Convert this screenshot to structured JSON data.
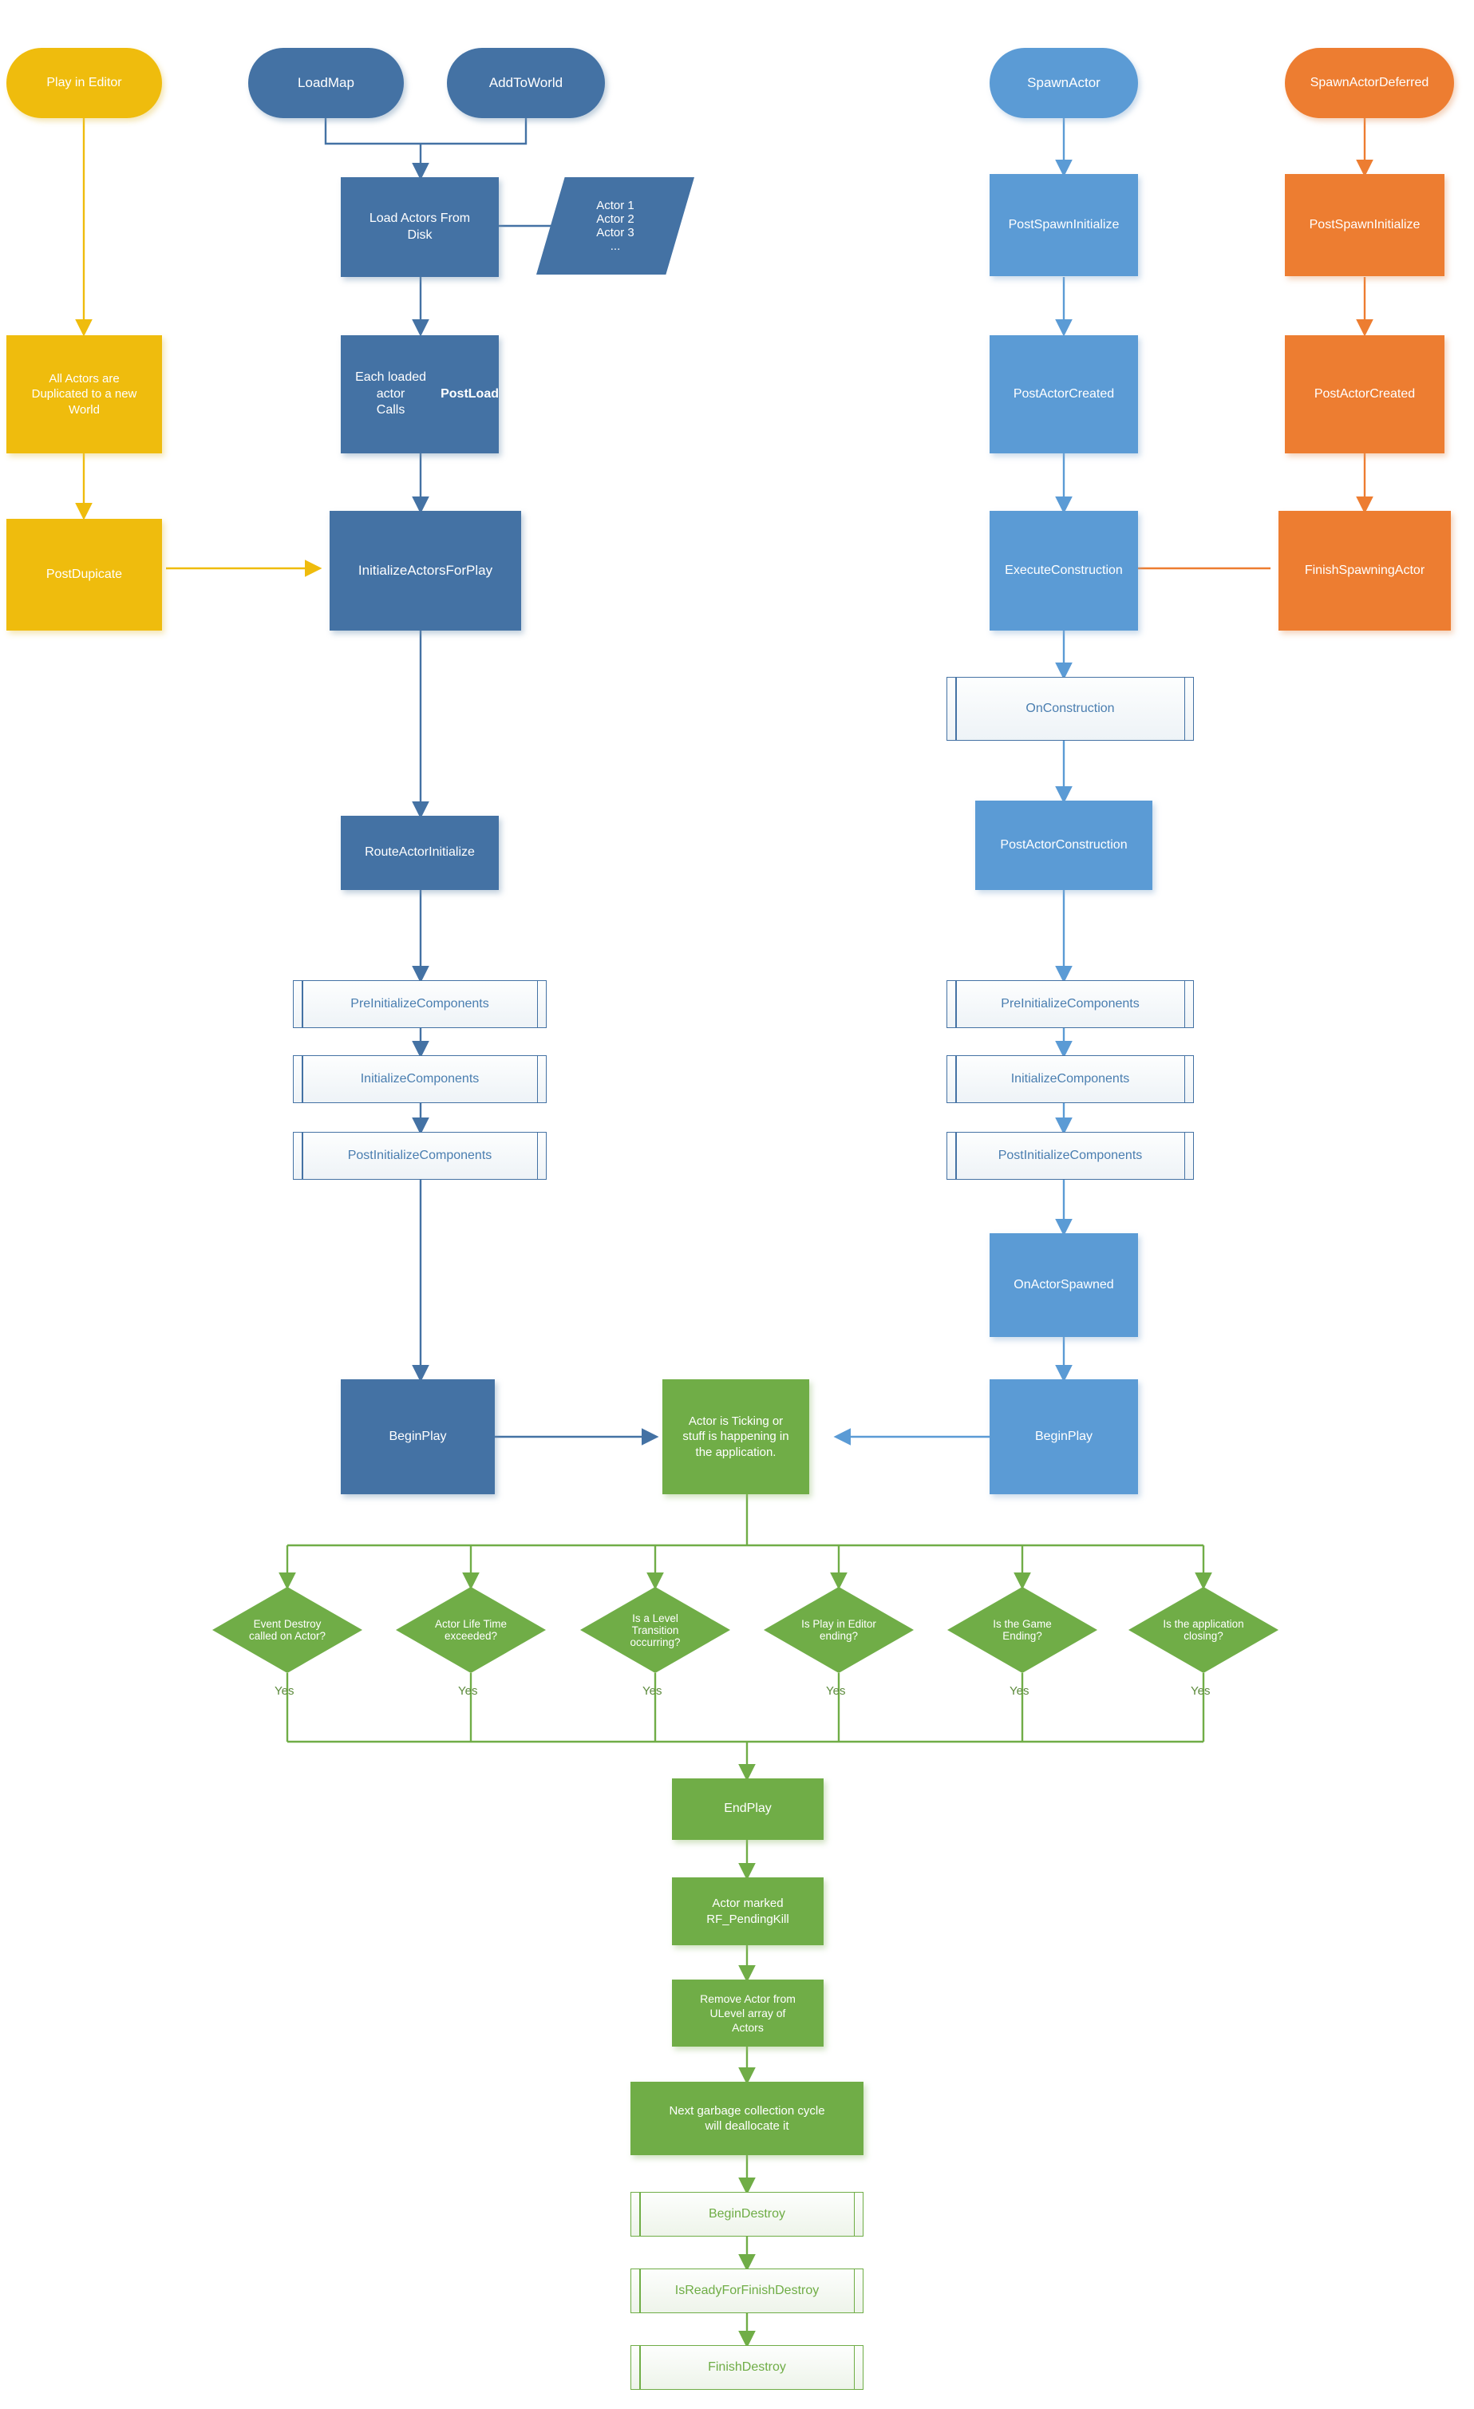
{
  "diagram": {
    "title": "Unreal Engine Actor Lifecycle Flowchart",
    "colors": {
      "dark_blue": "#4472A4",
      "light_blue": "#5B9BD5",
      "orange": "#ED7D31",
      "yellow": "#EFBC0D",
      "green": "#70AD47",
      "predefined_fill": "#F2F6F9"
    }
  },
  "columns": {
    "editor": {
      "start_label": "Play in Editor",
      "nodes": [
        {
          "id": "all-actors-duplicated",
          "label": "All Actors are\nDuplicated to a new\nWorld",
          "shape": "process",
          "color": "yellow"
        },
        {
          "id": "post-duplicate",
          "label": "PostDupicate",
          "shape": "process",
          "color": "yellow"
        }
      ]
    },
    "loadmap": {
      "start_labels": [
        "LoadMap",
        "AddToWorld"
      ],
      "data_node": "Actor 1\nActor 2\nActor 3\n...",
      "nodes": [
        {
          "id": "load-actors-from-disk",
          "label": "Load Actors From\nDisk",
          "shape": "process",
          "color": "dark_blue"
        },
        {
          "id": "each-loaded-actor-postload",
          "label_plain": "Each loaded actor\nCalls PostLoad",
          "label_prefix": "Each loaded actor\nCalls ",
          "label_bold": "PostLoad",
          "shape": "process",
          "color": "dark_blue"
        },
        {
          "id": "initialize-actors-for-play",
          "label": "InitializeActorsForPlay",
          "shape": "process",
          "color": "dark_blue"
        },
        {
          "id": "route-actor-initialize",
          "label": "RouteActorInitialize",
          "shape": "process",
          "color": "dark_blue"
        },
        {
          "id": "pre-initialize-components-left",
          "label": "PreInitializeComponents",
          "shape": "predefined",
          "color": "dark_blue"
        },
        {
          "id": "initialize-components-left",
          "label": "InitializeComponents",
          "shape": "predefined",
          "color": "dark_blue"
        },
        {
          "id": "post-initialize-components-left",
          "label": "PostInitializeComponents",
          "shape": "predefined",
          "color": "dark_blue"
        },
        {
          "id": "begin-play-left",
          "label": "BeginPlay",
          "shape": "process",
          "color": "dark_blue"
        }
      ]
    },
    "spawnactor": {
      "start_label": "SpawnActor",
      "nodes": [
        {
          "id": "post-spawn-initialize-blue",
          "label": "PostSpawnInitialize",
          "shape": "process",
          "color": "light_blue"
        },
        {
          "id": "post-actor-created-blue",
          "label": "PostActorCreated",
          "shape": "process",
          "color": "light_blue"
        },
        {
          "id": "execute-construction",
          "label": "ExecuteConstruction",
          "shape": "process",
          "color": "light_blue"
        },
        {
          "id": "on-construction",
          "label": "OnConstruction",
          "shape": "predefined",
          "color": "light_blue"
        },
        {
          "id": "post-actor-construction",
          "label": "PostActorConstruction",
          "shape": "process",
          "color": "light_blue"
        },
        {
          "id": "pre-initialize-components-right",
          "label": "PreInitializeComponents",
          "shape": "predefined",
          "color": "light_blue"
        },
        {
          "id": "initialize-components-right",
          "label": "InitializeComponents",
          "shape": "predefined",
          "color": "light_blue"
        },
        {
          "id": "post-initialize-components-right",
          "label": "PostInitializeComponents",
          "shape": "predefined",
          "color": "light_blue"
        },
        {
          "id": "on-actor-spawned",
          "label": "OnActorSpawned",
          "shape": "process",
          "color": "light_blue"
        },
        {
          "id": "begin-play-right",
          "label": "BeginPlay",
          "shape": "process",
          "color": "light_blue"
        }
      ]
    },
    "spawnactordeferred": {
      "start_label": "SpawnActorDeferred",
      "nodes": [
        {
          "id": "post-spawn-initialize-orange",
          "label": "PostSpawnInitialize",
          "shape": "process",
          "color": "orange"
        },
        {
          "id": "post-actor-created-orange",
          "label": "PostActorCreated",
          "shape": "process",
          "color": "orange"
        },
        {
          "id": "finish-spawning-actor",
          "label": "FinishSpawningActor",
          "shape": "process",
          "color": "orange"
        }
      ]
    }
  },
  "runtime": {
    "ticking_node": "Actor is Ticking or\nstuff is happening in\nthe application.",
    "decisions": [
      {
        "id": "event-destroy",
        "label": "Event Destroy\ncalled on Actor?",
        "answer": "Yes"
      },
      {
        "id": "actor-life-time",
        "label": "Actor Life Time\nexceeded?",
        "answer": "Yes"
      },
      {
        "id": "level-transition",
        "label": "Is a Level\nTransition\noccurring?",
        "answer": "Yes"
      },
      {
        "id": "play-in-editor-ending",
        "label": "Is Play in Editor\nending?",
        "answer": "Yes"
      },
      {
        "id": "game-ending",
        "label": "Is the Game\nEnding?",
        "answer": "Yes"
      },
      {
        "id": "application-closing",
        "label": "Is the application\nclosing?",
        "answer": "Yes"
      }
    ]
  },
  "teardown": {
    "nodes": [
      {
        "id": "end-play",
        "label": "EndPlay",
        "shape": "process",
        "color": "green"
      },
      {
        "id": "actor-marked-pendingkill",
        "label": "Actor marked\nRF_PendingKill",
        "shape": "process",
        "color": "green"
      },
      {
        "id": "remove-actor-from-ulevel",
        "label": "Remove Actor from\nULevel array of\nActors",
        "shape": "process",
        "color": "green"
      },
      {
        "id": "next-gc-cycle",
        "label": "Next garbage collection cycle\nwill deallocate it",
        "shape": "process",
        "color": "green"
      },
      {
        "id": "begin-destroy",
        "label": "BeginDestroy",
        "shape": "predefined",
        "color": "green"
      },
      {
        "id": "is-ready-for-finish-destroy",
        "label": "IsReadyForFinishDestroy",
        "shape": "predefined",
        "color": "green"
      },
      {
        "id": "finish-destroy",
        "label": "FinishDestroy",
        "shape": "predefined",
        "color": "green"
      }
    ]
  }
}
